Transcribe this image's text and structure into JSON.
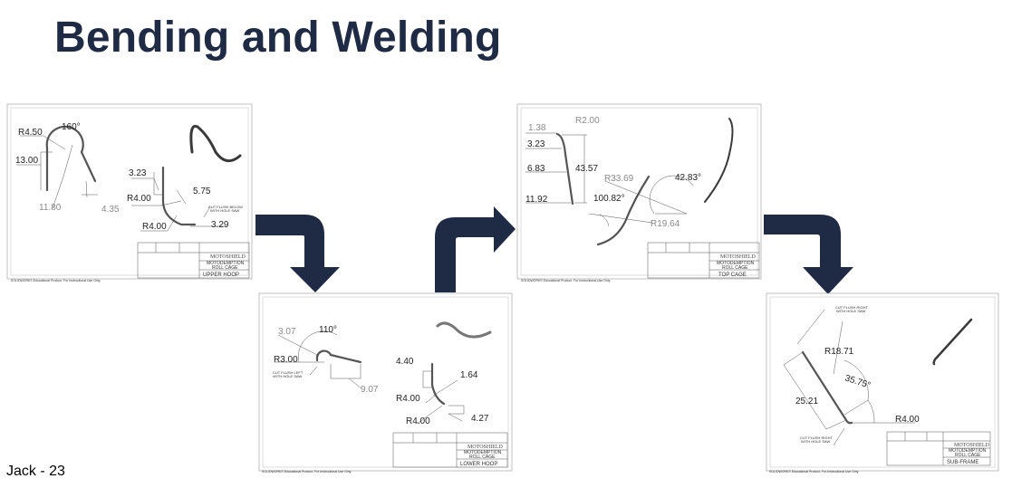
{
  "slide": {
    "title": "Bending and Welding",
    "footer": "Jack - 23"
  },
  "colors": {
    "title": "#1f2b45",
    "arrow": "#1f2b45"
  },
  "common": {
    "company": "MOTOSHIELD",
    "project_line1": "MOTODEMPTION",
    "project_line2": "ROLL CAGE",
    "watermark": "SOLIDWORKS Educational Product. For Instructional Use Only."
  },
  "drawings": [
    {
      "part": "UPPER HOOP",
      "dims": [
        "R4.50",
        "160°",
        "13.00",
        "11.80",
        "4.35",
        "3.23",
        "R4.00",
        "5.75",
        "R4.00",
        "3.29"
      ],
      "notes": [
        "CUT FLUSH BELOW",
        "WITH HOLE SAW"
      ]
    },
    {
      "part": "LOWER HOOP",
      "dims": [
        "3.07",
        "110°",
        "R3.00",
        "9.07",
        "4.40",
        "1.64",
        "R4.00",
        "R4.00",
        "4.27"
      ],
      "notes": [
        "CUT FLUSH LEFT",
        "WITH HOLE SAW"
      ]
    },
    {
      "part": "TOP CAGE",
      "dims": [
        "1.38",
        "R2.00",
        "3.23",
        "6.83",
        "43.57",
        "11.92",
        "R33.69",
        "42.83°",
        "100.82°",
        "R19.64"
      ],
      "notes": []
    },
    {
      "part": "SUB-FRAME",
      "dims": [
        "R18.71",
        "35.75°",
        "25.21",
        "R4.00"
      ],
      "notes": [
        "CUT FLUSH RIGHT",
        "WITH HOLE SAW",
        "CUT FLUSH RIGHT",
        "WITH HOLE SAW"
      ]
    }
  ]
}
